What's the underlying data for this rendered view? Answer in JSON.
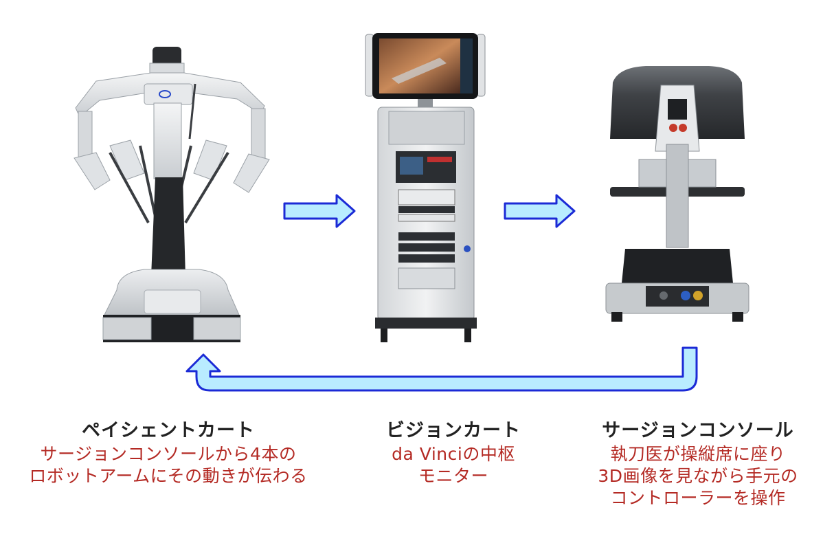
{
  "colors": {
    "accent_red": "#b42a24",
    "arrow_fill": "#b9ecff",
    "arrow_stroke": "#1b2ad6",
    "title_text": "#222222"
  },
  "patient_cart": {
    "title": "ペイシェントカート",
    "desc_lines": [
      "サージョンコンソールから4本の",
      "ロボットアームにその動きが伝わる"
    ]
  },
  "vision_cart": {
    "title": "ビジョンカート",
    "desc_lines": [
      "da Vinciの中枢",
      "モニター"
    ]
  },
  "surgeon_console": {
    "title": "サージョンコンソール",
    "desc_lines": [
      "執刀医が操縦席に座り",
      "3D画像を見ながら手元の",
      "コントローラーを操作"
    ]
  },
  "flow_arrows": [
    "arrow-right",
    "arrow-right",
    "arrow-return"
  ]
}
